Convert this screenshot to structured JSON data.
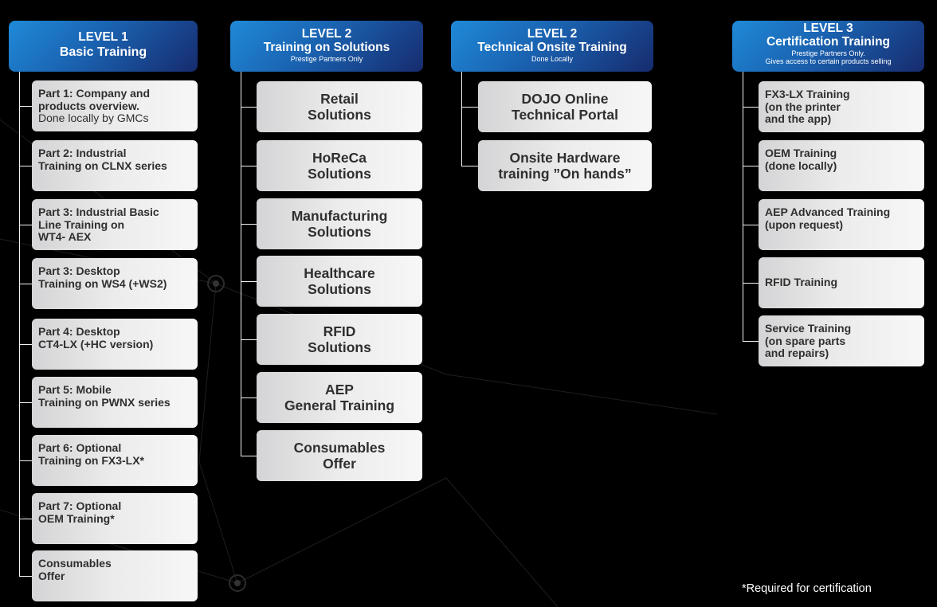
{
  "columns": [
    {
      "level": "LEVEL 1",
      "title": "Basic Training",
      "items": [
        {
          "text": "Part 1: Company and\nproducts overview.",
          "note": "Done locally by GMCs"
        },
        {
          "text": "Part 2: Industrial\nTraining on CLNX series"
        },
        {
          "text": "Part 3: Industrial Basic\nLine Training on\nWT4- AEX"
        },
        {
          "text": "Part 3: Desktop\nTraining on WS4 (+WS2)"
        },
        {
          "text": "Part 4: Desktop\nCT4-LX (+HC version)"
        },
        {
          "text": "Part 5: Mobile\nTraining on PWNX series"
        },
        {
          "text": "Part 6: Optional\nTraining on FX3-LX*"
        },
        {
          "text": "Part 7: Optional\nOEM Training*"
        },
        {
          "text": "Consumables\nOffer"
        }
      ]
    },
    {
      "level": "LEVEL 2",
      "title": "Training on Solutions",
      "subtitle": "Prestige Partners Only",
      "items": [
        {
          "text": "Retail\nSolutions"
        },
        {
          "text": "HoReCa\nSolutions"
        },
        {
          "text": "Manufacturing\nSolutions"
        },
        {
          "text": "Healthcare\nSolutions"
        },
        {
          "text": "RFID\nSolutions"
        },
        {
          "text": "AEP\nGeneral Training"
        },
        {
          "text": "Consumables\nOffer"
        }
      ]
    },
    {
      "level": "LEVEL 2",
      "title": "Technical Onsite Training",
      "subtitle": "Done Locally",
      "items": [
        {
          "text": "DOJO Online\nTechnical Portal"
        },
        {
          "text": "Onsite Hardware\ntraining ”On hands”"
        }
      ]
    },
    {
      "level": "LEVEL 3",
      "title": "Certification Training",
      "subtitle": "Prestige Partners Only.",
      "subtitle2": "Gives access to certain products selling",
      "items": [
        {
          "text": "FX3-LX Training\n(on the printer\nand the app)"
        },
        {
          "text": "OEM Training\n(done locally)"
        },
        {
          "text": "AEP Advanced Training\n(upon request)"
        },
        {
          "text": "RFID Training"
        },
        {
          "text": "Service Training\n(on spare parts\nand repairs)"
        }
      ]
    }
  ],
  "footnote": "*Required for certification",
  "colors": {
    "header_start": "#1f8ad8",
    "header_end": "#172b6e",
    "box_light": "#f7f7f7",
    "box_dark": "#d4d4d6",
    "text": "#2f2f2f",
    "background": "#000000"
  }
}
